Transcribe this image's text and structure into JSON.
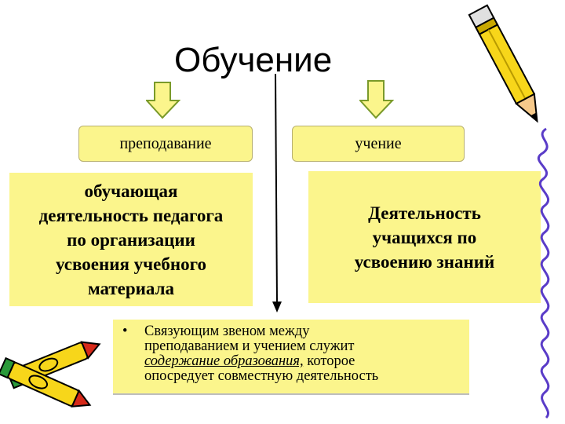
{
  "title": "Обучение",
  "left_label": "преподавание",
  "right_label": "учение",
  "left_box": [
    "обучающая",
    "деятельность педагога",
    "по организации",
    "усвоения учебного",
    "материала"
  ],
  "right_box": [
    "Деятельность",
    "учащихся по",
    "усвоению знаний"
  ],
  "note": {
    "bullet": "•",
    "line1": "Связующим звеном между",
    "line2": "преподаванием и учением служит",
    "line3_underlined": "содержание образования,",
    "line3_rest": " которое",
    "line4": "опосредует совместную деятельность"
  },
  "colors": {
    "box_fill": "#fbf58c",
    "arrow_fill": "#fbf58c",
    "arrow_stroke": "#7a9a2a",
    "squiggle": "#5a3cc8"
  }
}
